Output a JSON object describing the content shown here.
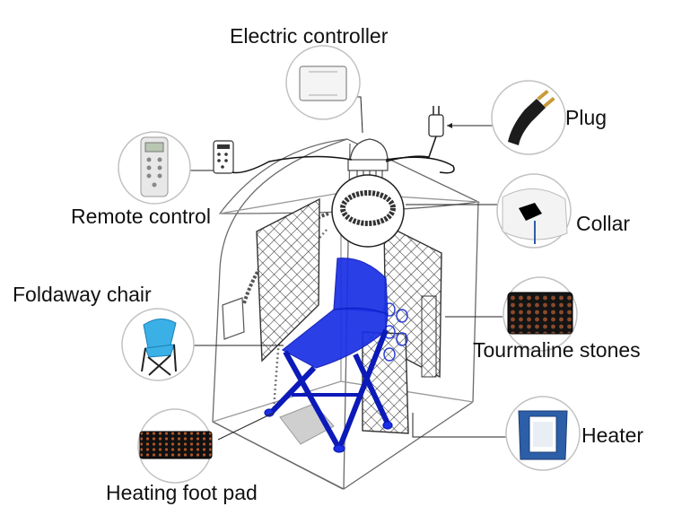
{
  "labels": {
    "electric_controller": "Electric controller",
    "plug": "Plug",
    "remote_control": "Remote control",
    "collar": "Collar",
    "foldaway_chair": "Foldaway chair",
    "tourmaline_stones": "Tourmaline stones",
    "heater": "Heater",
    "heating_foot_pad": "Heating foot pad"
  },
  "colors": {
    "outline": "#555555",
    "callout_line": "#222222",
    "chair": "#1a2fe6",
    "circle_border": "#bdbdbd",
    "mesh": "#333333",
    "heater_blue": "#2c5fa8"
  }
}
